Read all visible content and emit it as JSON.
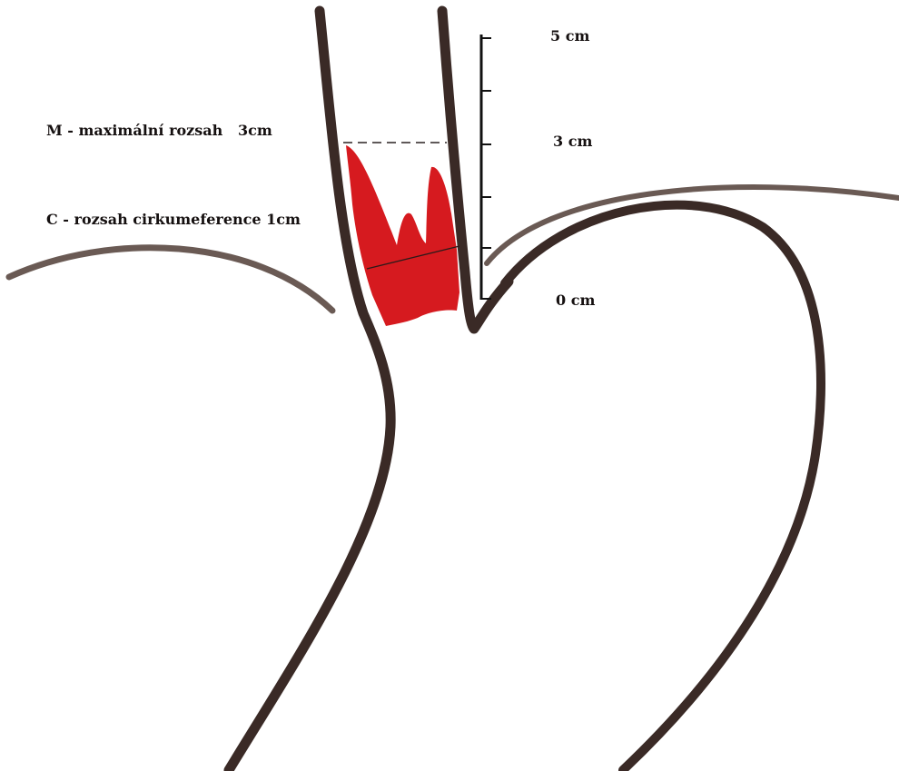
{
  "labels": {
    "max_extent": "M - maximální rozsah   3cm",
    "circumference": "C - rozsah cirkumeference 1cm"
  },
  "scale": {
    "ticks": [
      "5 cm",
      "3 cm",
      "0 cm"
    ]
  },
  "colors": {
    "outline": "#3a2a26",
    "lesion": "#d61a1f",
    "text": "#151010"
  }
}
